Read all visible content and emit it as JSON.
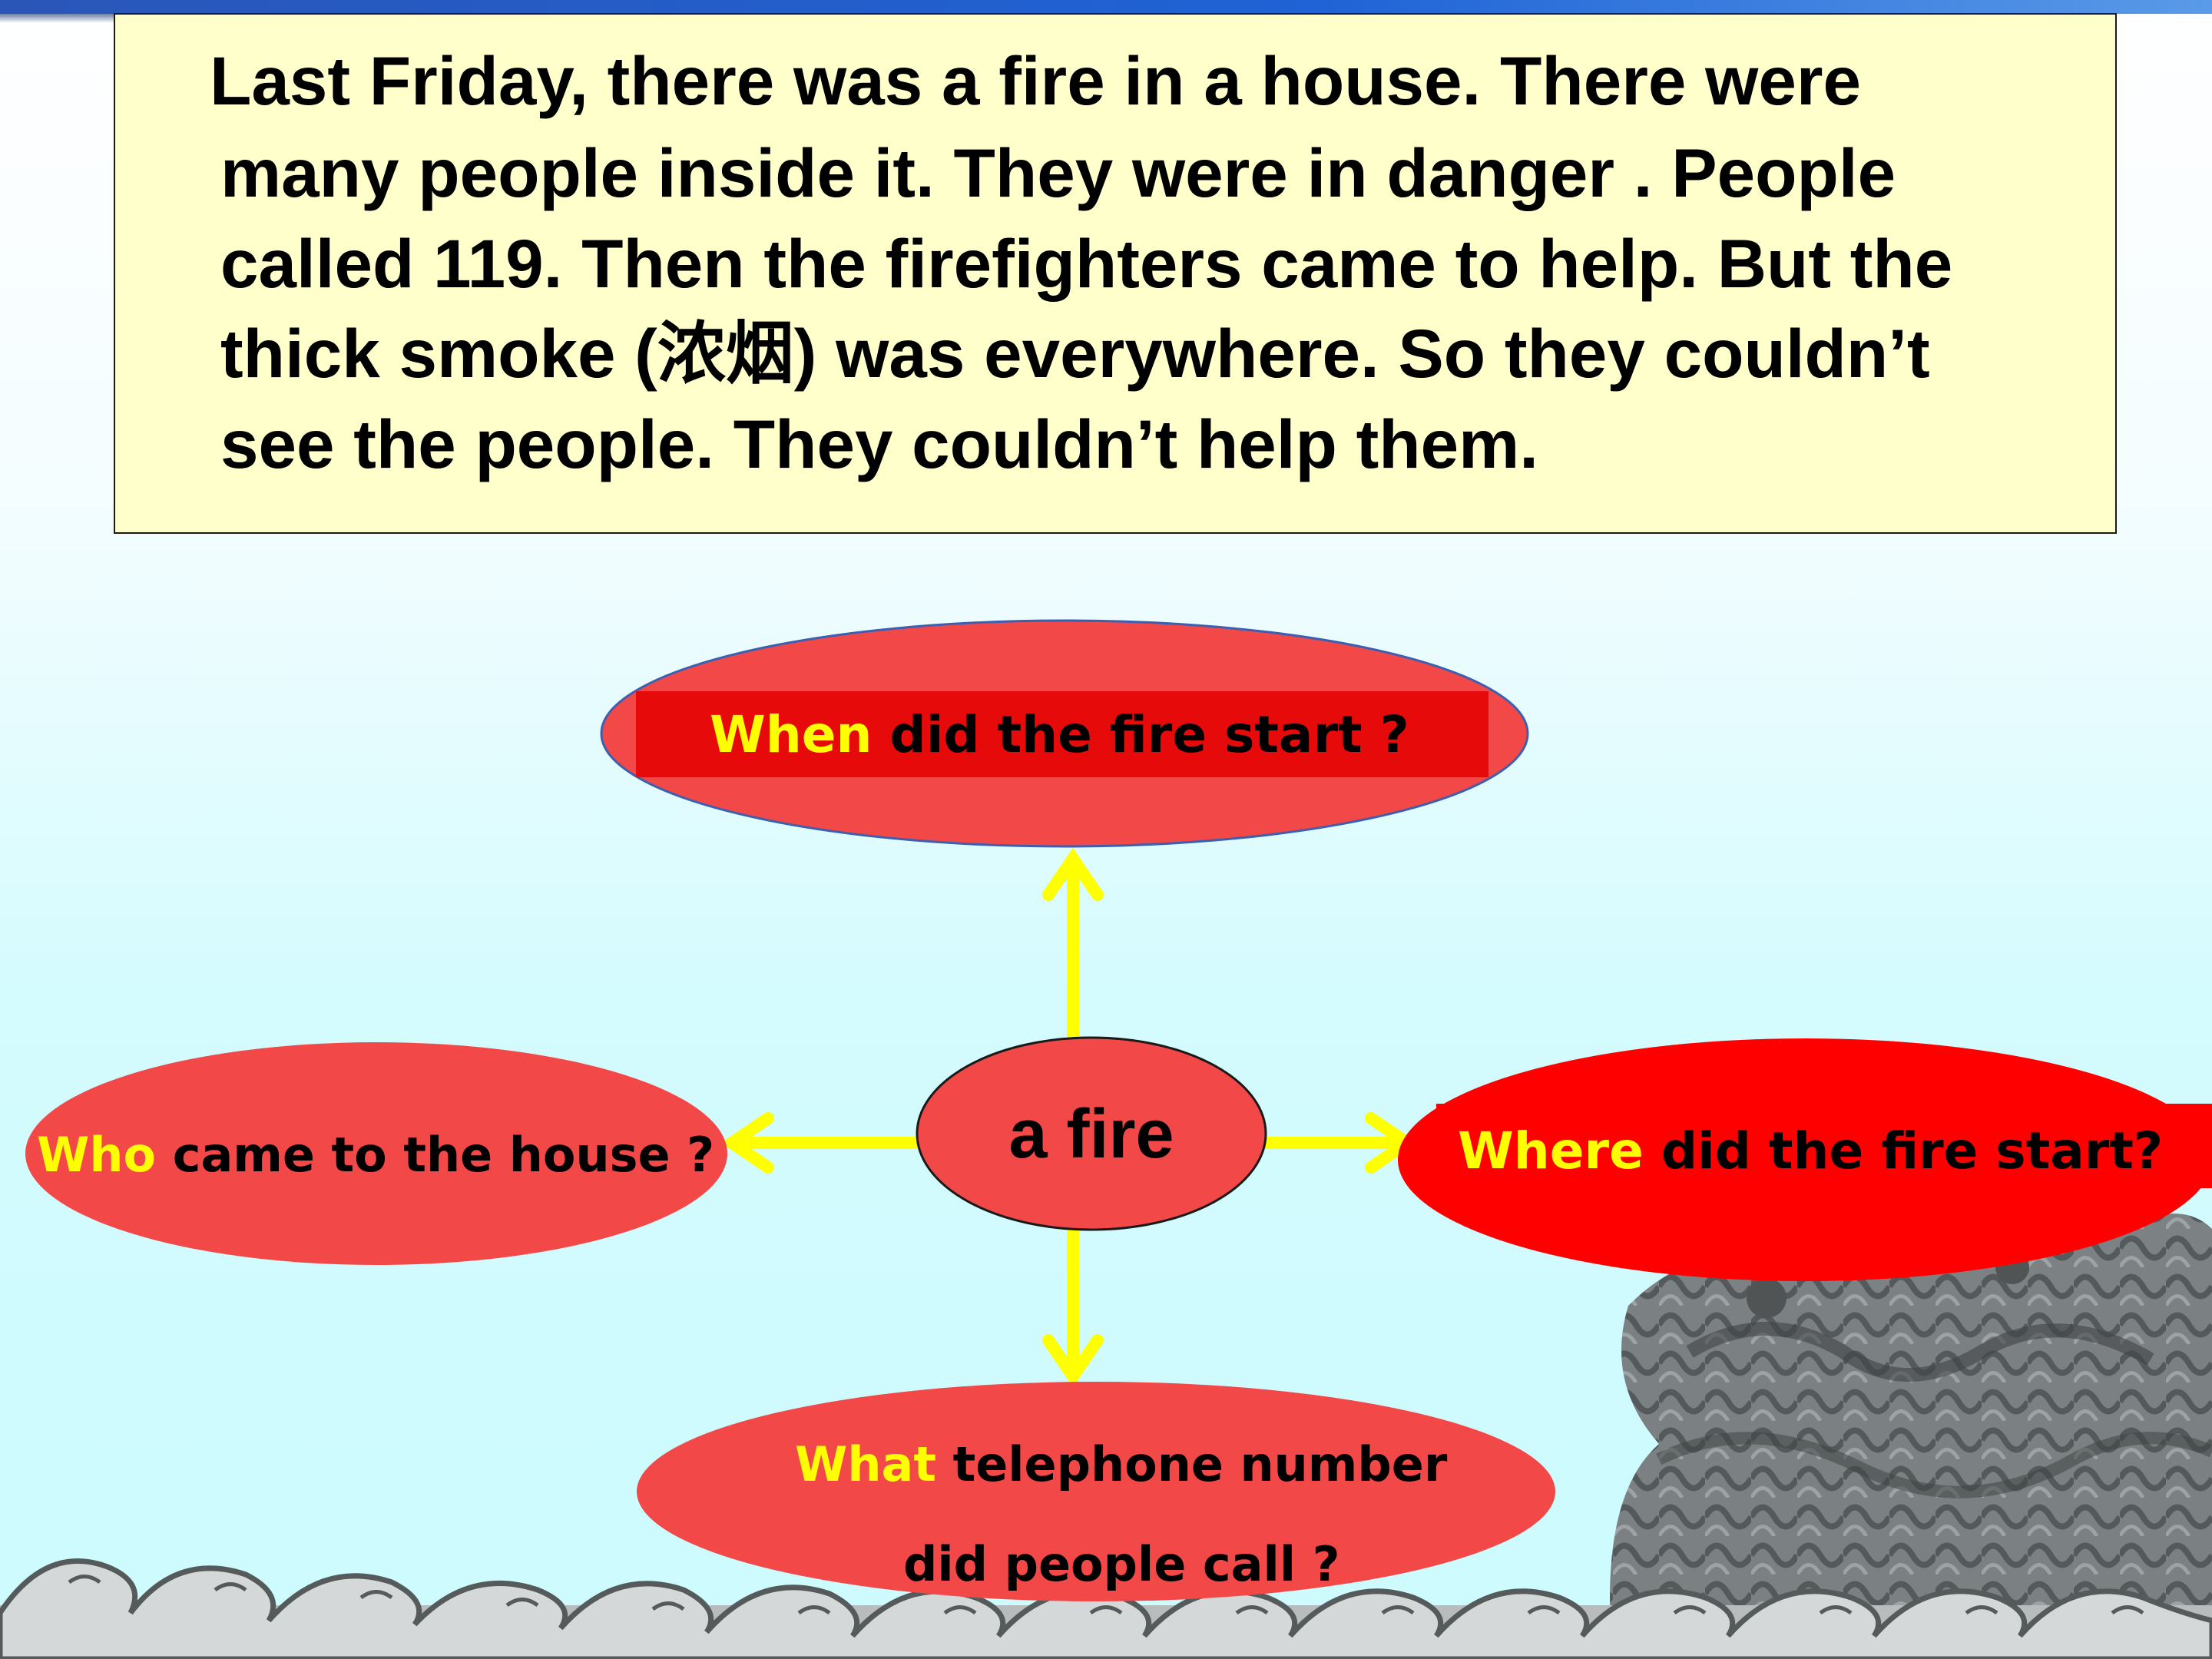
{
  "passage": {
    "lines": [
      "Last Friday, there was a fire in a house. There were",
      "many people inside it. They were in danger . People",
      "called 119. Then the firefighters came to help. But the",
      "thick smoke (浓烟) was everywhere. So they couldn’t",
      "see the people. They couldn’t help them."
    ]
  },
  "center": {
    "label": "a  fire"
  },
  "questions": {
    "top": {
      "wh": "When",
      "rest": " did the fire start ?"
    },
    "left": {
      "wh": "Who",
      "rest": " came to the house ?"
    },
    "right": {
      "wh": "Where",
      "rest": " did the fire start?"
    },
    "bottom": {
      "wh": "What",
      "rest_line1": " telephone number",
      "line2": "did people call ?"
    }
  },
  "colors": {
    "bubble_red": "#f24848",
    "bubble_bright_red": "#ff0000",
    "arrow_yellow": "#ffff00",
    "question_word_yellow": "#ffff00",
    "passage_bg": "#ffffcc"
  },
  "icons": [
    "wave-decoration-icon",
    "dragon-decoration-icon"
  ]
}
